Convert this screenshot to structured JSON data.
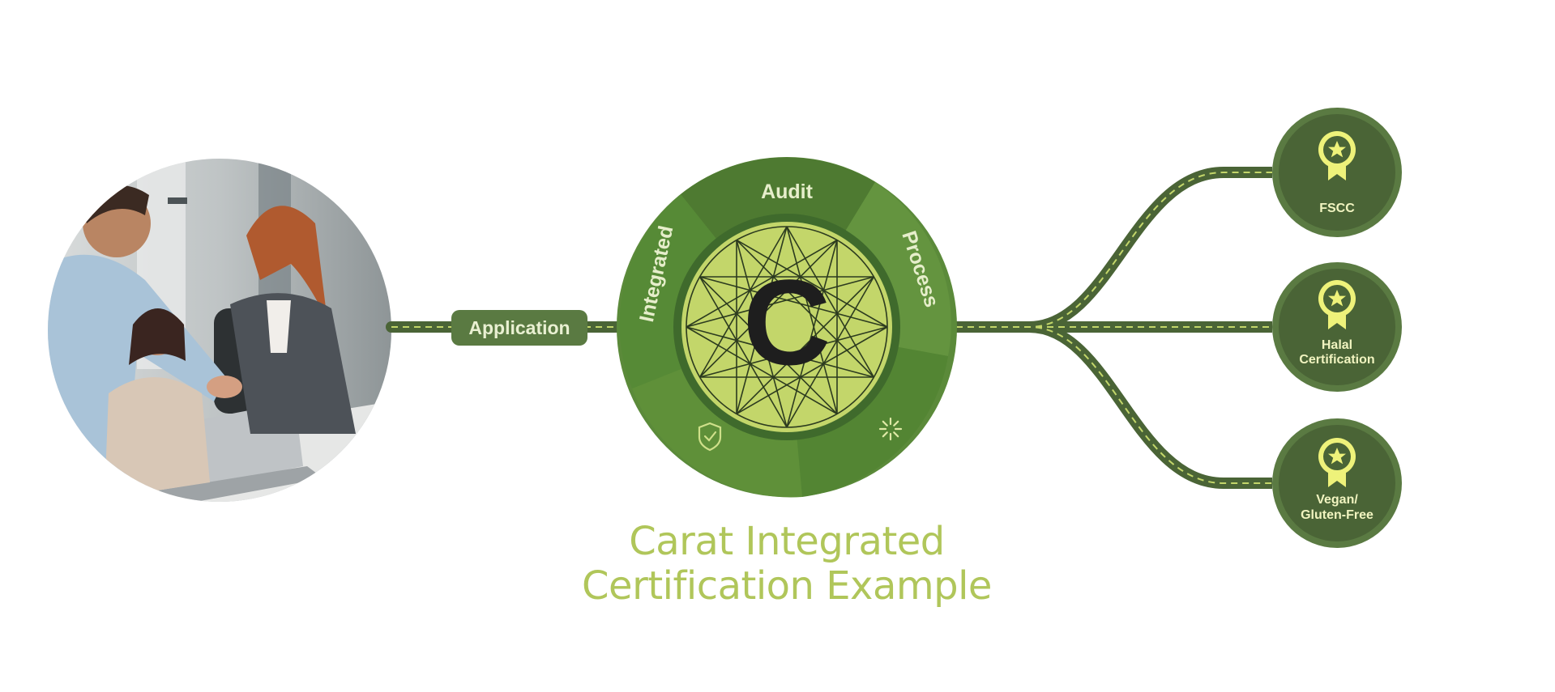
{
  "photo": {
    "alt_subject": "handshake-meeting-photo"
  },
  "flow": {
    "application_label": "Application"
  },
  "center": {
    "ring_labels": {
      "top": "Audit",
      "left": "Integrated",
      "right": "Process"
    },
    "logo_letter": "C",
    "icons": {
      "bottom_left": "shield-check-icon",
      "bottom_right": "sparkle-icon"
    }
  },
  "certifications": [
    {
      "label_lines": [
        "FSCC"
      ],
      "icon": "award-ribbon-icon"
    },
    {
      "label_lines": [
        "Halal",
        "Certification"
      ],
      "icon": "award-ribbon-icon"
    },
    {
      "label_lines": [
        "Vegan/",
        "Gluten-Free"
      ],
      "icon": "award-ribbon-icon"
    }
  ],
  "title": {
    "lines": [
      "Carat Integrated",
      "Certification Example"
    ]
  },
  "colors": {
    "dark_green": "#4a6436",
    "mid_green": "#5b8a3a",
    "lime": "#c3d66a",
    "title_green": "#b0c65a",
    "light_text": "#e6eecb"
  }
}
